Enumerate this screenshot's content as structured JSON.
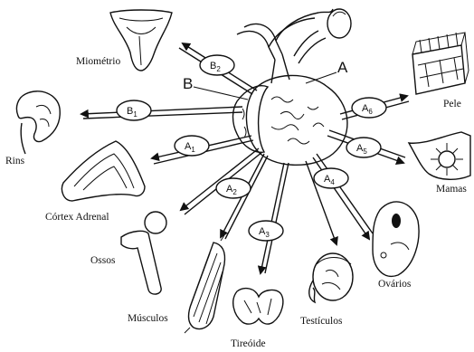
{
  "gland_labels": {
    "a": "A",
    "b": "B"
  },
  "hormones": [
    {
      "id": "B2",
      "main": "B",
      "sub": "2"
    },
    {
      "id": "B1",
      "main": "B",
      "sub": "1"
    },
    {
      "id": "A1",
      "main": "A",
      "sub": "1"
    },
    {
      "id": "A2",
      "main": "A",
      "sub": "2"
    },
    {
      "id": "A3",
      "main": "A",
      "sub": "3"
    },
    {
      "id": "A4",
      "main": "A",
      "sub": "4"
    },
    {
      "id": "A5",
      "main": "A",
      "sub": "5"
    },
    {
      "id": "A6",
      "main": "A",
      "sub": "6"
    }
  ],
  "targets": {
    "miometrio": "Miométrio",
    "rins": "Rins",
    "cortex": "Córtex Adrenal",
    "ossos": "Ossos",
    "musculos": "Músculos",
    "tireoide": "Tireóide",
    "testiculos": "Testículos",
    "ovarios": "Ovários",
    "mamas": "Mamas",
    "pele": "Pele"
  }
}
